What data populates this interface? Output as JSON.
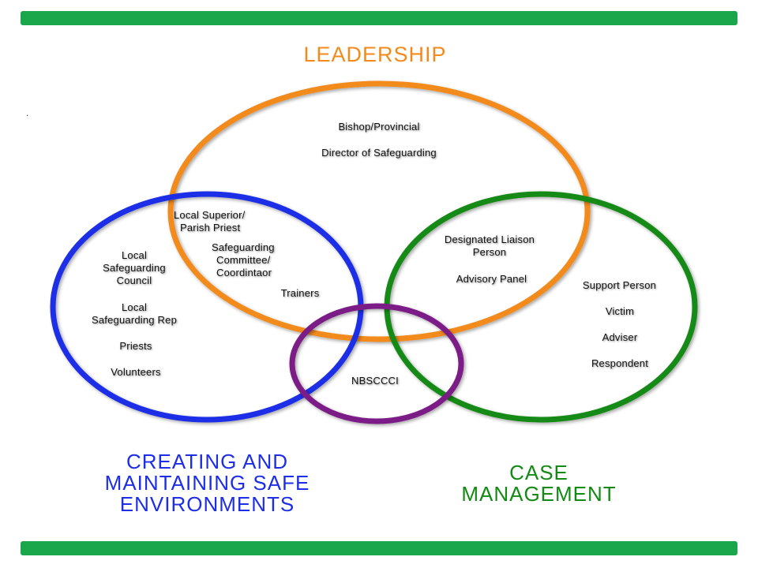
{
  "colors": {
    "bars": "#1aa64b",
    "leadership": "#f28a1c",
    "environments": "#1d2ee6",
    "case_management": "#138a13",
    "nbsccci": "#7c1a86"
  },
  "headings": {
    "leadership": "LEADERSHIP",
    "environments": [
      "CREATING AND",
      "MAINTAINING SAFE",
      "ENVIRONMENTS"
    ],
    "case_management": [
      "CASE",
      "MANAGEMENT"
    ]
  },
  "stray_mark": ".",
  "labels": {
    "bishop": "Bishop/Provincial",
    "director": "Director of Safeguarding",
    "local_superior": [
      "Local Superior/",
      "Parish Priest"
    ],
    "committee": [
      "Safeguarding",
      "Committee/",
      "Coordintaor"
    ],
    "trainers": "Trainers",
    "local_council": [
      "Local",
      "Safeguarding",
      "Council"
    ],
    "local_rep": [
      "Local",
      "Safeguarding Rep"
    ],
    "priests": "Priests",
    "volunteers": "Volunteers",
    "liaison": [
      "Designated Liaison",
      "Person"
    ],
    "advisory": "Advisory Panel",
    "support": "Support Person",
    "victim": "Victim",
    "adviser": "Adviser",
    "respondent": "Respondent",
    "nbsccci": "NBSCCCI"
  }
}
